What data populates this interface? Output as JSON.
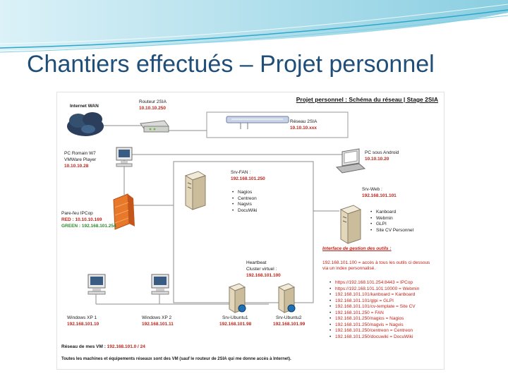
{
  "slide": {
    "title": "Chantiers effectués – Projet personnel"
  },
  "diagram": {
    "title": "Projet personnel : Schéma du réseau | Stage 2SIA",
    "internet": {
      "label": "Internet WAN"
    },
    "router": {
      "label": "Routeur 2SIA",
      "ip": "10.10.10.250"
    },
    "reseau": {
      "label": "Réseau 2SIA",
      "ip": "10.10.10.xxx"
    },
    "pc_romain": {
      "line1": "PC Romain W7",
      "line2": "VMWare Player",
      "ip": "10.10.10.28"
    },
    "pc_android": {
      "label": "PC sous Android",
      "ip": "10.10.10.20"
    },
    "firewall": {
      "label": "Pare-feu IPCop",
      "red": "RED : 10.10.10.169",
      "green": "GREEN : 192.168.101.254"
    },
    "srv_fan": {
      "label": "Srv-FAN :",
      "ip": "192.168.101.250",
      "services": [
        "Nagios",
        "Centreon",
        "Nagvis",
        "DocuWiki"
      ]
    },
    "srv_web": {
      "label": "Srv-Web :",
      "ip": "192.168.101.101",
      "services": [
        "Kanboard",
        "Webmin",
        "GLPI",
        "Site CV Personnel"
      ]
    },
    "interface": {
      "title": "Interface de gestion des outils :",
      "intro": "192.168.101.100 = accès à tous les outils ci dessous via un index personnalisé.",
      "items": [
        "https://192.168.101.254:8443 = IPCop",
        "https://192.168.101.101:10000 = Webmin",
        "192.168.101.101/kanboard = Kanboard",
        "192.168.101.101/glpi = GLPI",
        "192.168.101.101/cv-template = Site CV",
        "192.168.101.250 = FAN",
        "192.168.101.250/nagios = Nagios",
        "192.168.101.250/nagvis = Nagvis",
        "192.168.101.250/centreon = Centreon",
        "192.168.101.250/docuwiki = DocuWiki"
      ]
    },
    "heartbeat": {
      "line1": "Heartbeat",
      "line2": "Cluster virtuel :",
      "ip": "192.168.101.100"
    },
    "winxp1": {
      "label": "Windows XP 1",
      "ip": "192.168.101.10"
    },
    "winxp2": {
      "label": "Windows XP 2",
      "ip": "192.168.101.11"
    },
    "ubuntu1": {
      "label": "Srv-Ubuntu1",
      "ip": "192.168.101.98"
    },
    "ubuntu2": {
      "label": "Srv-Ubuntu2",
      "ip": "192.168.101.99"
    },
    "footer": {
      "vm_label": "Réseau de mes VM :",
      "vm_net": "192.168.101.0 / 24",
      "note": "Toutes les machines et équipements réseaux sont des VM (sauf le routeur de 2SIA qui me donne accès à Internet)."
    },
    "colors": {
      "title": "#1f4e79",
      "ip_red": "#c0241b",
      "ip_green": "#2f8a2f",
      "wave": "#2aa7c9",
      "firewall": "#e8792b"
    }
  }
}
